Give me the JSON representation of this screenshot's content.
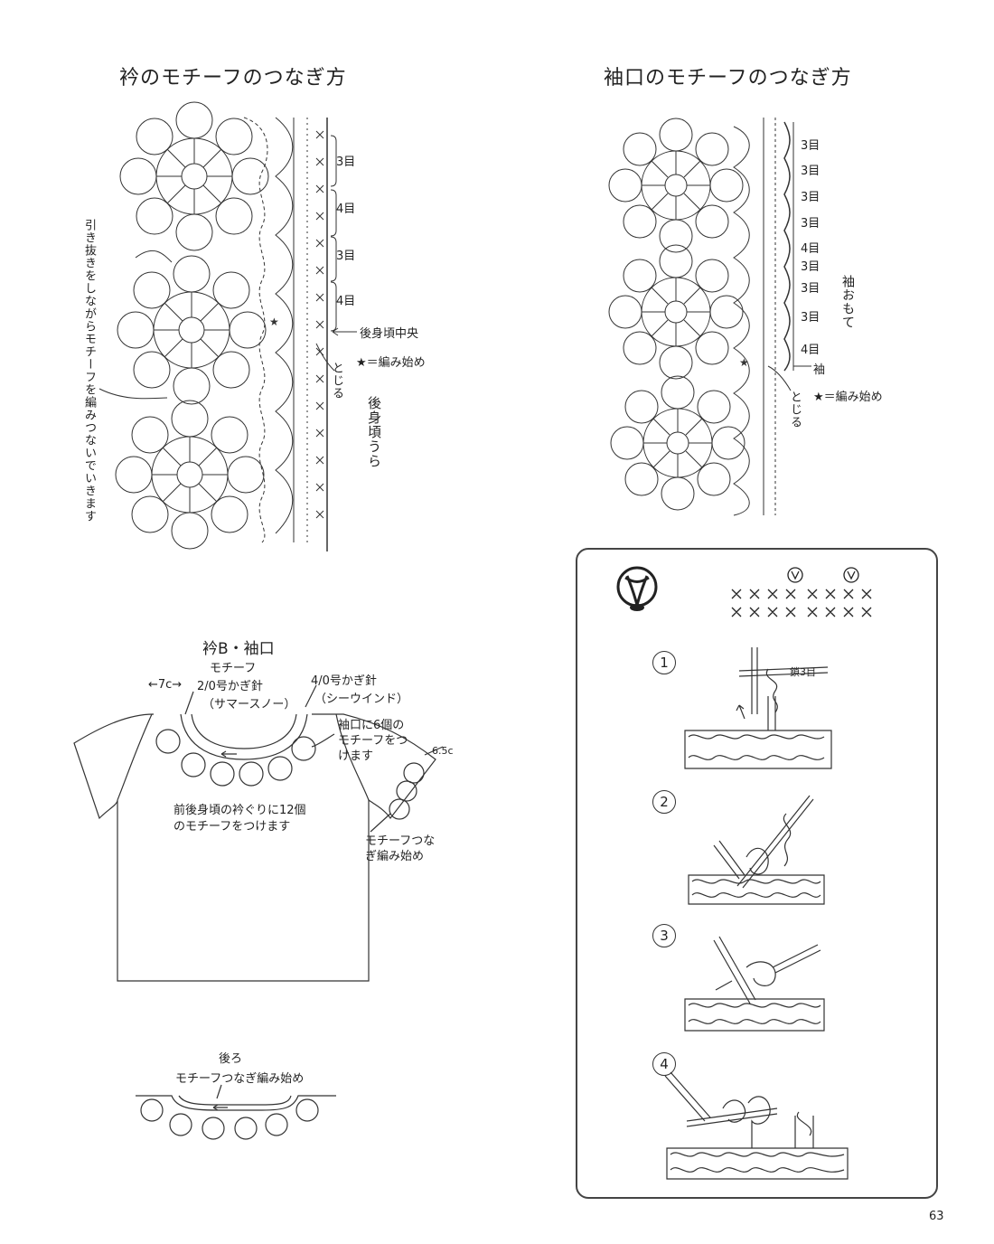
{
  "collar_section": {
    "title": "衿のモチーフのつなぎ方",
    "row_labels": [
      "3目",
      "4目",
      "3目",
      "4目"
    ],
    "center_back_label": "後身頃中央",
    "start_note": "★＝編み始め",
    "closure_label": "とじる",
    "back_inside_label": "後身頃うら",
    "side_note": "引き抜きをしながらモチーフを編みつないでいきます"
  },
  "cuff_section": {
    "title": "袖口のモチーフのつなぎ方",
    "row_labels": [
      "3目",
      "3目",
      "3目",
      "3目",
      "4目",
      "3目",
      "3目",
      "3目",
      "4目"
    ],
    "sleeve_front_label": "袖おもて",
    "sleeve_label": "袖",
    "closure_label": "とじる",
    "start_note": "★＝編み始め"
  },
  "garment_section": {
    "title": "衿B・袖口",
    "motif_label": "モチーフ",
    "width_label": "←7c→",
    "hook_small": "2/0号かぎ針",
    "yarn_small": "（サマースノー）",
    "hook_large": "4/0号かぎ針",
    "yarn_large": "（シーウインド）",
    "cuff_note": "袖口に6個のモチーフをつけます",
    "cuff_size": "6.5c",
    "body_note": "前後身頃の衿ぐりに12個のモチーフをつけます",
    "join_start_note": "モチーフつなぎ編み始め"
  },
  "back_section": {
    "title": "後ろ",
    "note": "モチーフつなぎ編み始め"
  },
  "technique_panel": {
    "steps": [
      "1",
      "2",
      "3",
      "4"
    ],
    "chain_label": "鎖3目"
  },
  "page_number": "63"
}
